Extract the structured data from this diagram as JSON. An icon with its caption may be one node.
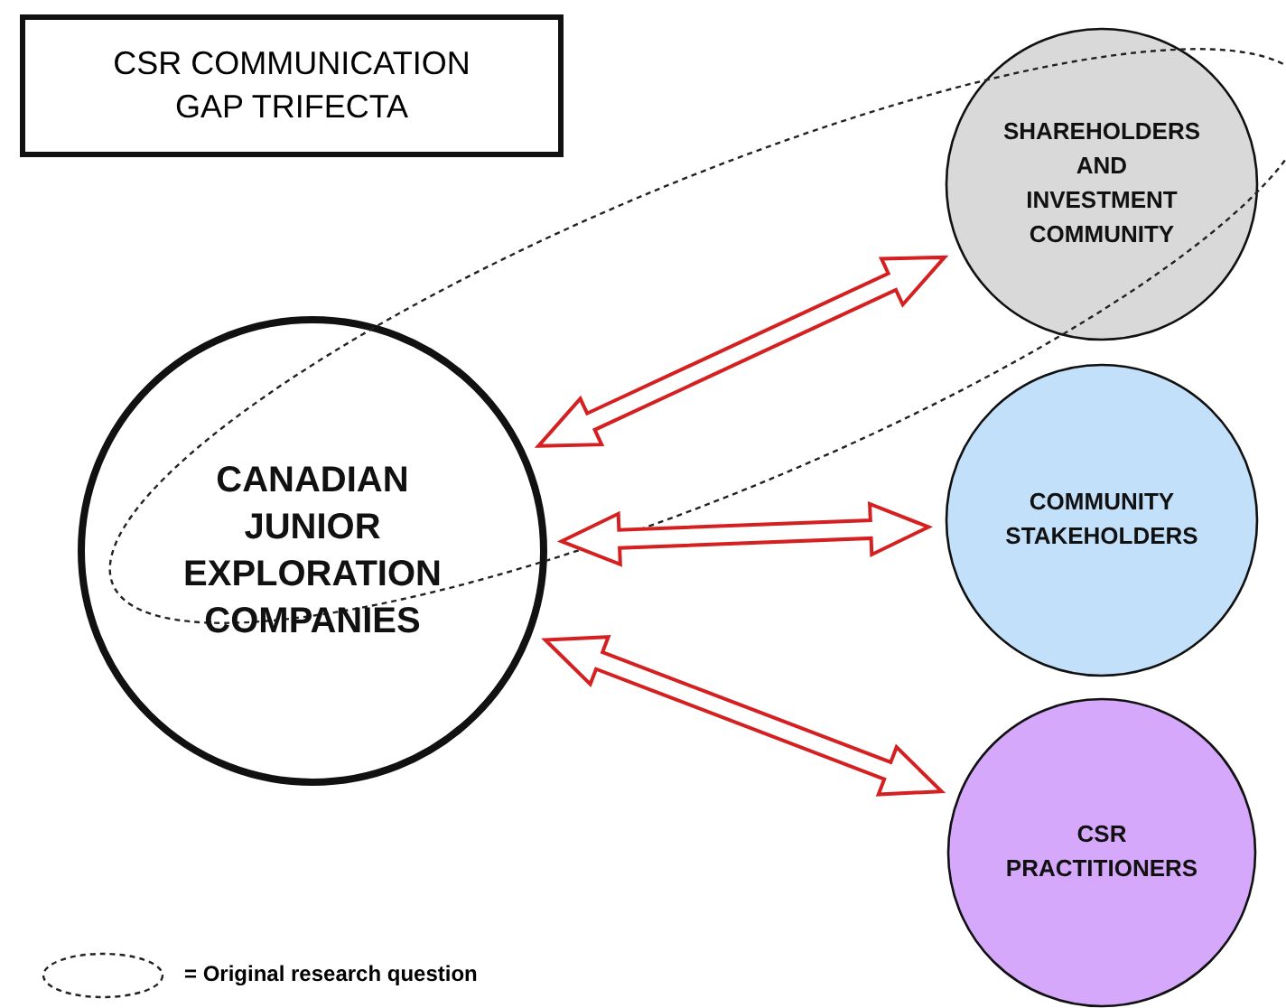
{
  "diagram": {
    "title": "CSR COMMUNICATION GAP TRIFECTA",
    "nodes": [
      {
        "text": [
          "CANADIAN JUNIOR EXPLORATION COMPANIES"
        ]
      },
      {
        "text": [
          "SHAREHOLDERS AND INVESTMENT COMMUNITY"
        ]
      },
      {
        "text": [
          "COMMUNITY STAKEHOLDERS"
        ]
      },
      {
        "text": [
          "CSR PRACTITIONERS"
        ]
      }
    ],
    "edges": [
      {
        "from": 0,
        "to": 1,
        "arrow": "both"
      },
      {
        "from": 0,
        "to": 2,
        "arrow": "both"
      },
      {
        "from": 0,
        "to": 3,
        "arrow": "both"
      }
    ],
    "legend": [
      {
        "text": "= Original research question"
      }
    ]
  }
}
